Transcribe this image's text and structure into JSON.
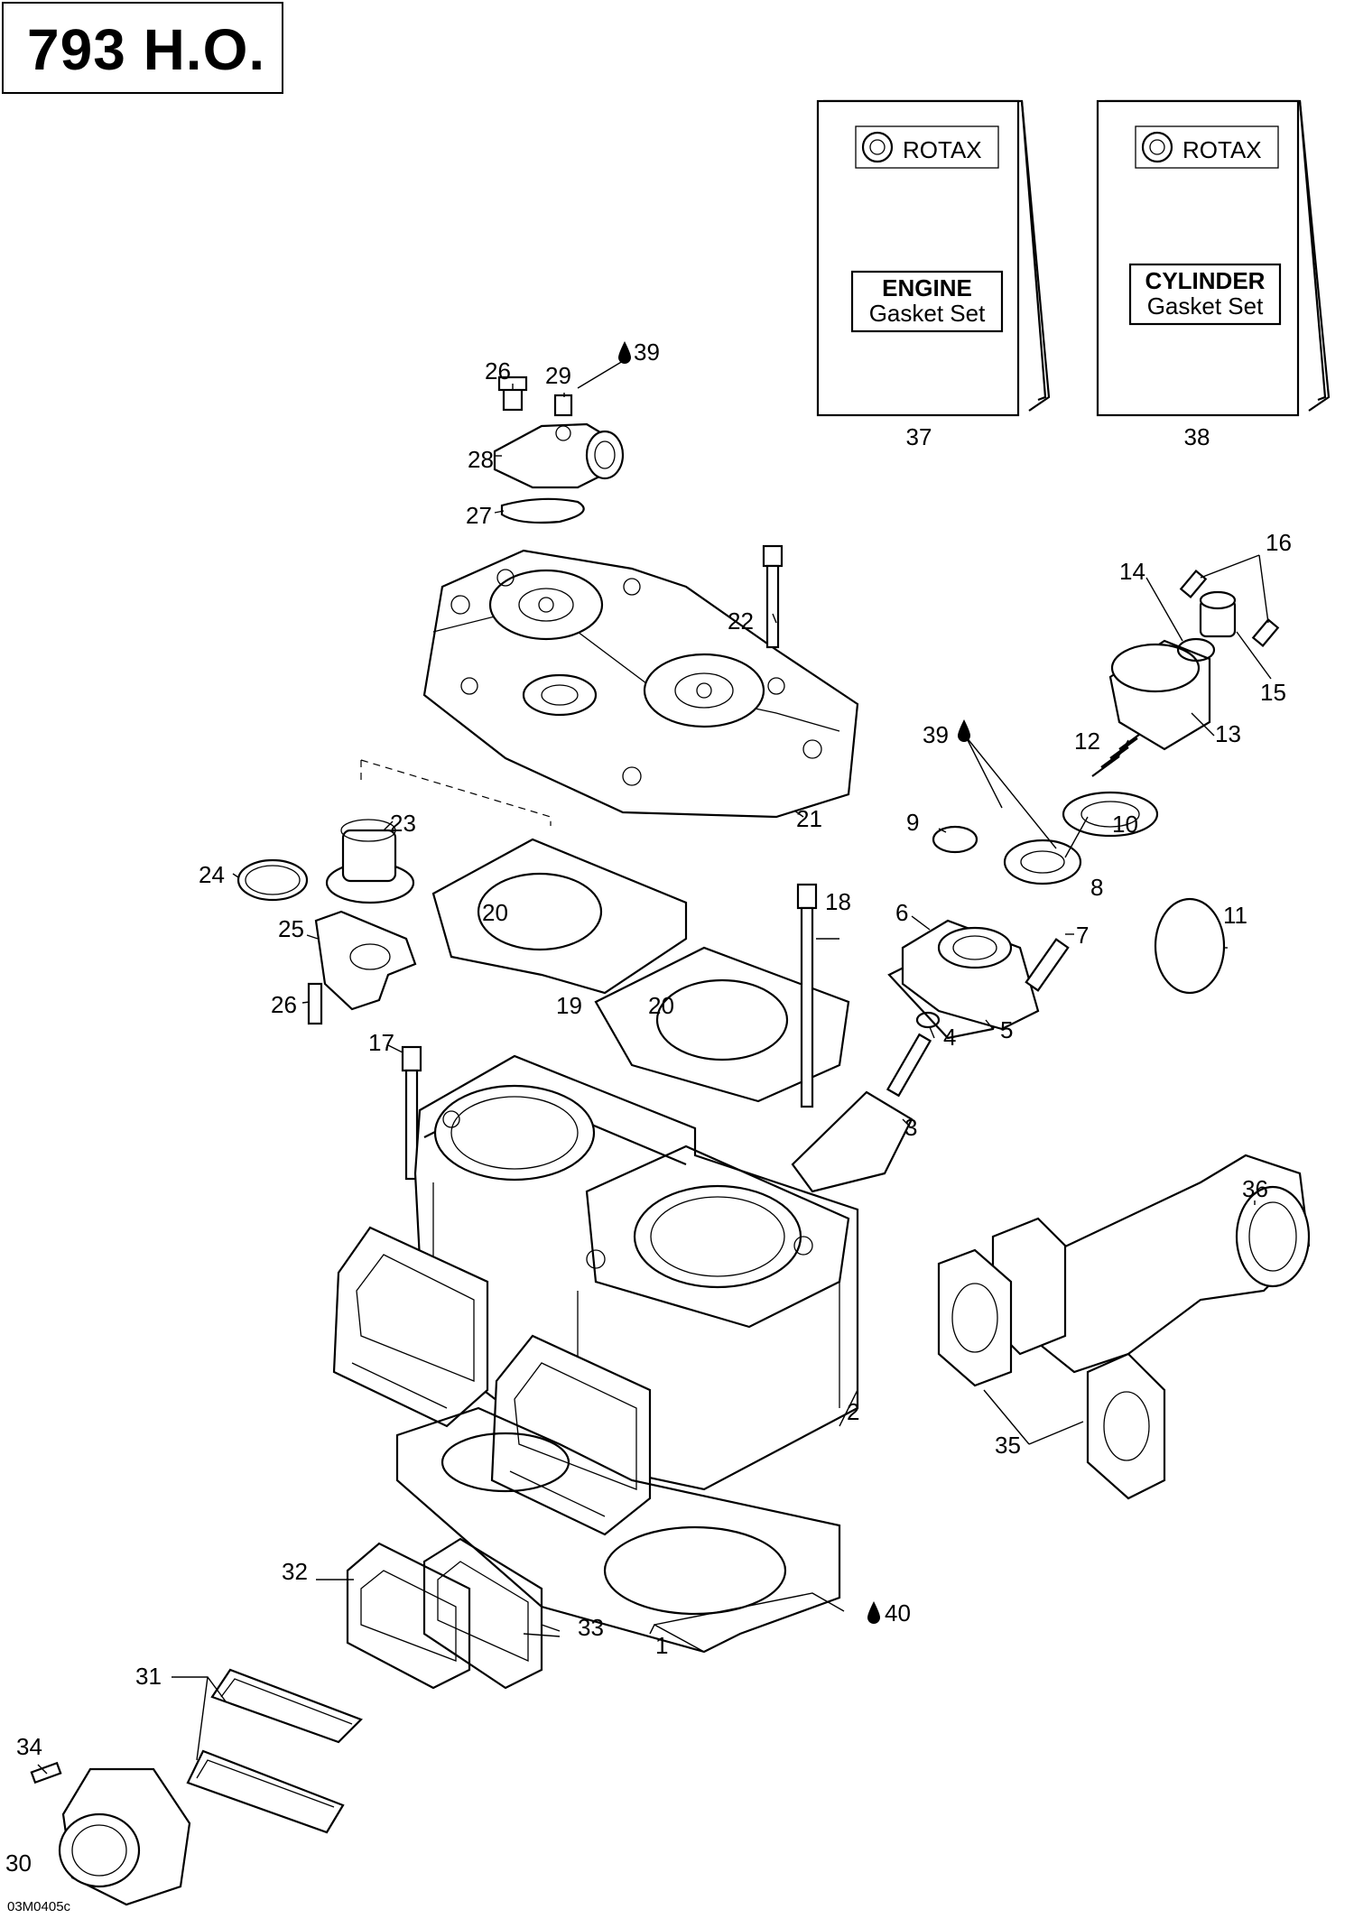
{
  "title": "793 H.O.",
  "footer_code": "03M0405c",
  "booklets": [
    {
      "brand": "ROTAX",
      "line1": "ENGINE",
      "line2": "Gasket Set",
      "ref": "37"
    },
    {
      "brand": "ROTAX",
      "line1": "CYLINDER",
      "line2": "Gasket Set",
      "ref": "38"
    }
  ],
  "callouts": {
    "c1": "1",
    "c2": "2",
    "c3": "3",
    "c4": "4",
    "c5": "5",
    "c6": "6",
    "c7": "7",
    "c8": "8",
    "c9": "9",
    "c10": "10",
    "c11": "11",
    "c12": "12",
    "c13": "13",
    "c14": "14",
    "c15": "15",
    "c16": "16",
    "c17": "17",
    "c18": "18",
    "c19": "19",
    "c20a": "20",
    "c20b": "20",
    "c21": "21",
    "c22": "22",
    "c23": "23",
    "c24": "24",
    "c25": "25",
    "c26a": "26",
    "c26b": "26",
    "c27": "27",
    "c28": "28",
    "c29": "29",
    "c30": "30",
    "c31": "31",
    "c32": "32",
    "c33": "33",
    "c34": "34",
    "c35": "35",
    "c36": "36",
    "c39a": "39",
    "c39b": "39",
    "c40": "40"
  },
  "icons": [
    "sealant-drop-icon",
    "rotax-gear-logo-icon"
  ]
}
